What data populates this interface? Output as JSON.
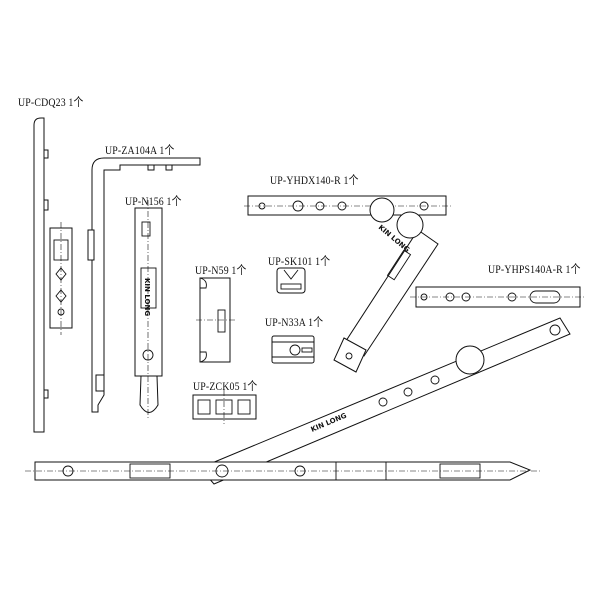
{
  "parts": [
    {
      "code": "UP-CDQ23",
      "qty": "1个"
    },
    {
      "code": "UP-ZA104A",
      "qty": "1个"
    },
    {
      "code": "UP-N156",
      "qty": "1个"
    },
    {
      "code": "UP-YHDX140-R",
      "qty": "1个"
    },
    {
      "code": "UP-N59",
      "qty": "1个"
    },
    {
      "code": "UP-SK101",
      "qty": "1个"
    },
    {
      "code": "UP-YHPS140A-R",
      "qty": "1个"
    },
    {
      "code": "UP-N33A",
      "qty": "1个"
    },
    {
      "code": "UP-ZCK05",
      "qty": "1个"
    }
  ],
  "brand_mark": "KIN LONG",
  "colors": {
    "line": "#111111",
    "background": "#ffffff"
  }
}
